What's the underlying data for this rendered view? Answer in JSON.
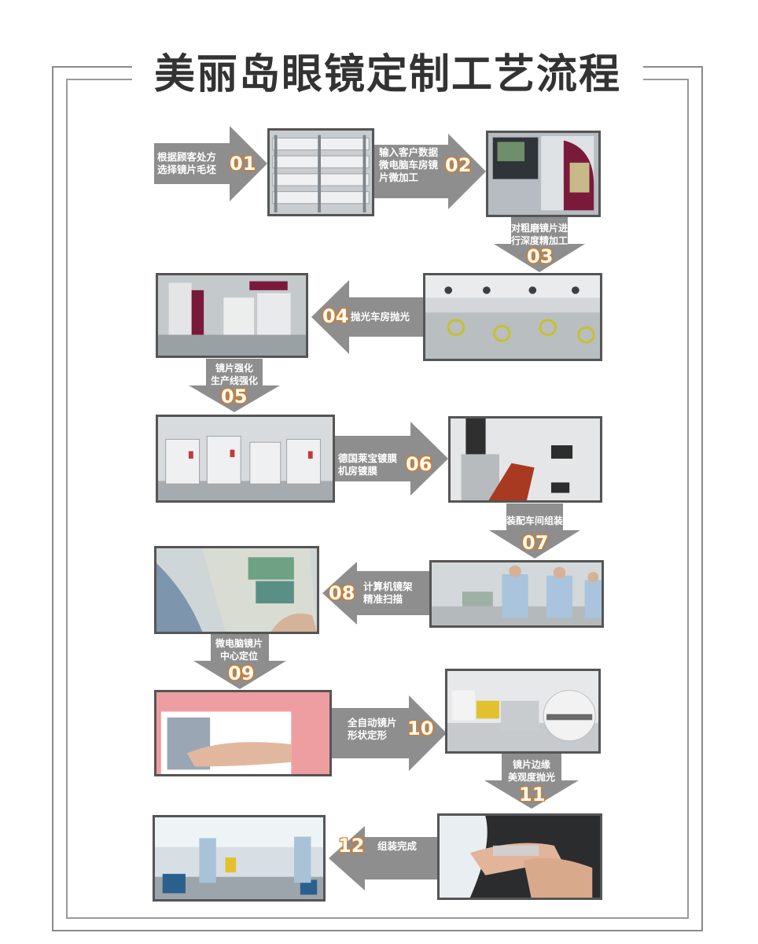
{
  "title": "美丽岛眼镜定制工艺流程",
  "colors": {
    "arrow": "#8e8e8e",
    "number_fill": "#ffffff",
    "number_stroke": "#e07a12",
    "frame": "#8a8a8a"
  },
  "steps": [
    {
      "num": "01",
      "label": "根据顾客处方\n选择镜片毛坯"
    },
    {
      "num": "02",
      "label": "输入客户数据\n微电脑车房镜\n片微加工"
    },
    {
      "num": "03",
      "label": "对粗磨镜片进\n行深度精加工"
    },
    {
      "num": "04",
      "label": "抛光车房抛光"
    },
    {
      "num": "05",
      "label": "镜片强化\n生产线强化"
    },
    {
      "num": "06",
      "label": "德国莱宝镀膜\n机房镀膜"
    },
    {
      "num": "07",
      "label": "装配车间组装"
    },
    {
      "num": "08",
      "label": "计算机镜架\n精准扫描"
    },
    {
      "num": "09",
      "label": "微电脑镜片\n中心定位"
    },
    {
      "num": "10",
      "label": "全自动镜片\n形状定形"
    },
    {
      "num": "11",
      "label": "镜片边缘\n美观度抛光"
    },
    {
      "num": "12",
      "label": "组装完成"
    }
  ]
}
